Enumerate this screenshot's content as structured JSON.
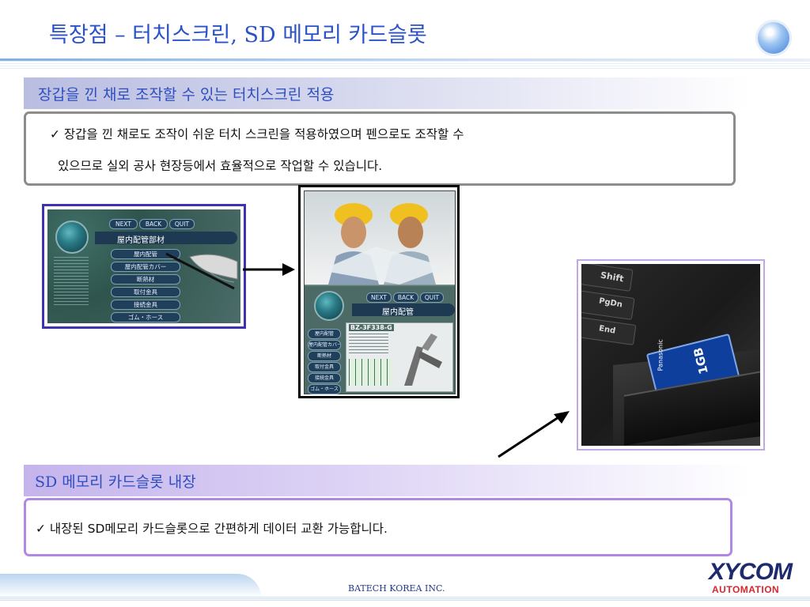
{
  "title": "특장점 – 터치스크린, SD 메모리 카드슬롯",
  "section1": {
    "heading": "장갑을 낀 채로 조작할 수 있는 터치스크린 적용",
    "line1": "✓ 장갑을 낀 채로도 조작이 쉬운 터치  스크린을 적용하였으며 펜으로도  조작할 수",
    "line2": "있으므로   실외 공사   현장등에서  효율적으로 작업할  수 있습니다."
  },
  "section2": {
    "heading": "SD 메모리 카드슬롯 내장",
    "line1": "✓ 내장된 SD메모리 카드슬롯으로 간편하게 데이터 교환 가능합니다."
  },
  "screen1": {
    "buttons": [
      "NEXT",
      "BACK",
      "QUIT"
    ],
    "header": "屋内配管部材",
    "menu": [
      "屋内配管",
      "屋内配管カバー",
      "断熱材",
      "取付金具",
      "接続金具",
      "ゴム・ホース"
    ]
  },
  "screen2": {
    "buttons": [
      "NEXT",
      "BACK",
      "QUIT"
    ],
    "header": "屋内配管",
    "product": "BZ-3F338-G",
    "menu": [
      "屋内配管",
      "屋内配管カバー",
      "断熱材",
      "取付金具",
      "接続金具",
      "ゴム・ホース"
    ]
  },
  "laptop": {
    "keys": [
      "Shift",
      "PgDn",
      "End"
    ],
    "card_brand": "Panasonic",
    "card_capacity": "1GB"
  },
  "footer": {
    "company": "BATECH KOREA INC.",
    "logo_top": "XYCOM",
    "logo_bottom": "AUTOMATION"
  },
  "colors": {
    "title": "#2a52c9",
    "bar1": "#b9bde0",
    "bar2": "#c5b4ec",
    "box1_border": "#8c8c8c",
    "box2_border": "#b089e4",
    "logo_navy": "#1e2a6e",
    "logo_red": "#d8262e"
  }
}
